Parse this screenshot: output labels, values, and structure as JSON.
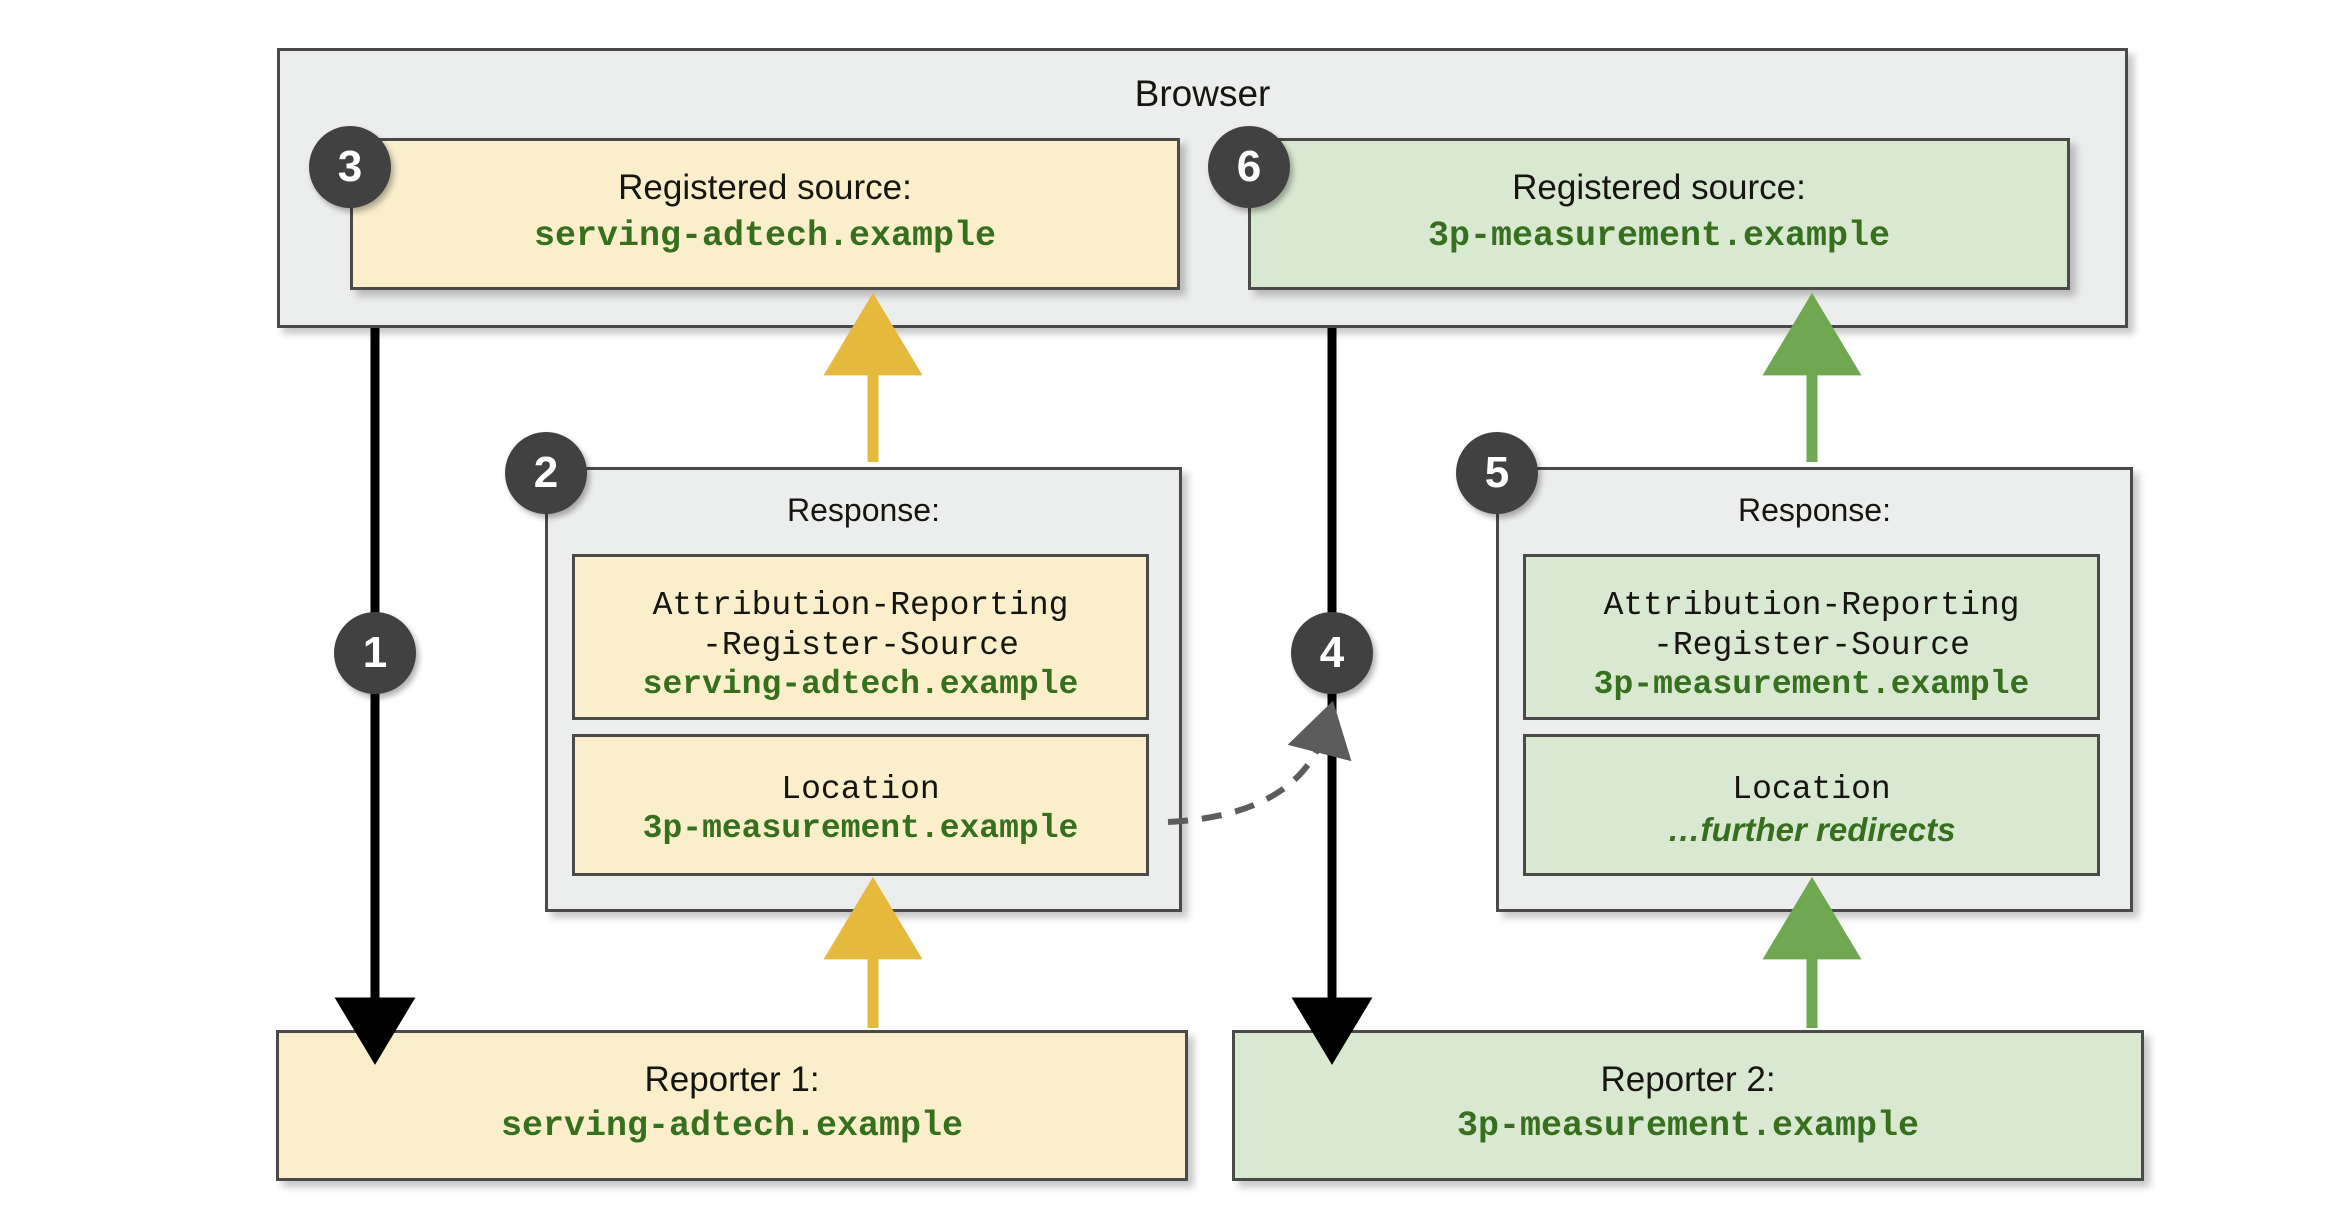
{
  "diagram": {
    "title": "Browser",
    "colors": {
      "yellow_fill": "#faeecb",
      "green_fill": "#d9e8d0",
      "panel_fill": "#eceded",
      "border": "#4a4a48",
      "mono_green": "#36701f",
      "arrow_yellow": "#e5b93c",
      "arrow_green": "#6fa851",
      "arrow_black": "#000000",
      "badge_fill": "#414141"
    },
    "browser": {
      "label": "Browser",
      "registered_sources": [
        {
          "badge": "3",
          "caption": "Registered source:",
          "value": "serving-adtech.example",
          "theme": "yellow"
        },
        {
          "badge": "6",
          "caption": "Registered source:",
          "value": "3p-measurement.example",
          "theme": "green"
        }
      ]
    },
    "responses": [
      {
        "badge": "2",
        "title": "Response:",
        "theme": "yellow",
        "headers": [
          {
            "name_line1": "Attribution-Reporting",
            "name_line2": "-Register-Source",
            "value": "serving-adtech.example",
            "value_style": "mono"
          },
          {
            "name_line1": "Location",
            "name_line2": "",
            "value": "3p-measurement.example",
            "value_style": "mono"
          }
        ]
      },
      {
        "badge": "5",
        "title": "Response:",
        "theme": "green",
        "headers": [
          {
            "name_line1": "Attribution-Reporting",
            "name_line2": "-Register-Source",
            "value": "3p-measurement.example",
            "value_style": "mono"
          },
          {
            "name_line1": "Location",
            "name_line2": "",
            "value": "…further redirects",
            "value_style": "italic"
          }
        ]
      }
    ],
    "reporters": [
      {
        "caption": "Reporter 1:",
        "value": "serving-adtech.example",
        "theme": "yellow"
      },
      {
        "caption": "Reporter 2:",
        "value": "3p-measurement.example",
        "theme": "green"
      }
    ],
    "flow_badges": [
      {
        "number": "1"
      },
      {
        "number": "4"
      }
    ]
  }
}
